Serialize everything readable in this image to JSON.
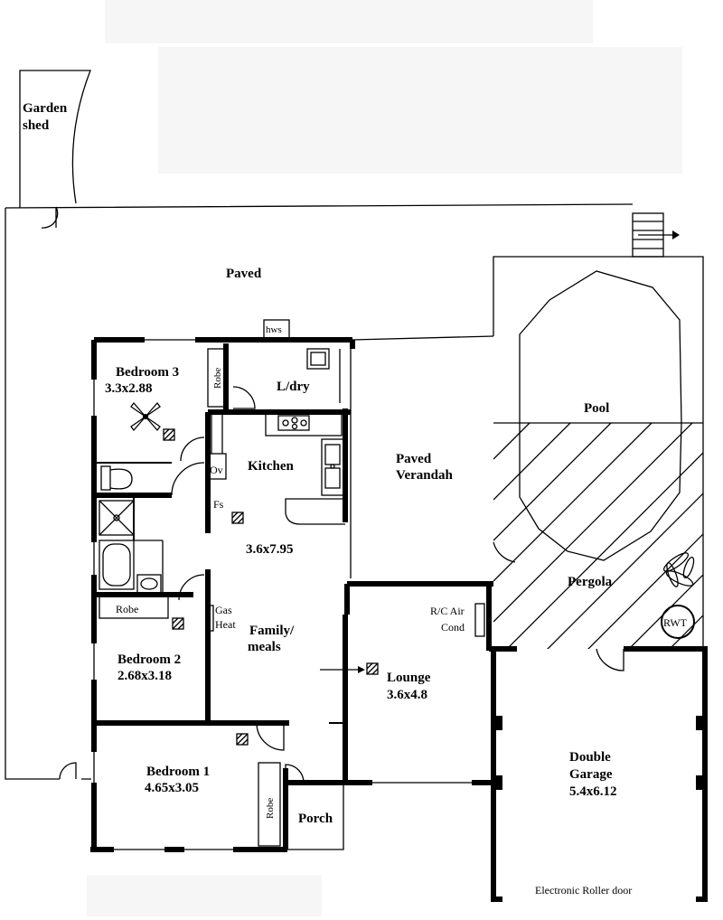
{
  "rooms": {
    "garden_shed": [
      "Garden",
      "shed"
    ],
    "paved_top": "Paved",
    "hws": "hws",
    "bedroom3": {
      "name": "Bedroom 3",
      "size": "3.3x2.88"
    },
    "robe_b3": "Robe",
    "laundry": "L/dry",
    "kitchen": "Kitchen",
    "oven": "Ov",
    "fridge": "Fs",
    "kitchen_size": "3.6x7.95",
    "paved_verandah": [
      "Paved",
      "Verandah"
    ],
    "pool": "Pool",
    "pergola": "Pergola",
    "robe_b2": "Robe",
    "gas_heat": [
      "Gas",
      "Heat"
    ],
    "family": [
      "Family/",
      "meals"
    ],
    "rc_air": [
      "R/C Air",
      "Cond"
    ],
    "rwt": "RWT",
    "bedroom2": {
      "name": "Bedroom 2",
      "size": "2.68x3.18"
    },
    "lounge": {
      "name": "Lounge",
      "size": "3.6x4.8"
    },
    "bedroom1": {
      "name": "Bedroom 1",
      "size": "4.65x3.05"
    },
    "robe_b1": "Robe",
    "porch": "Porch",
    "garage": {
      "name": [
        "Double",
        "Garage"
      ],
      "size": "5.4x6.12"
    },
    "roller_door": "Electronic Roller door"
  }
}
